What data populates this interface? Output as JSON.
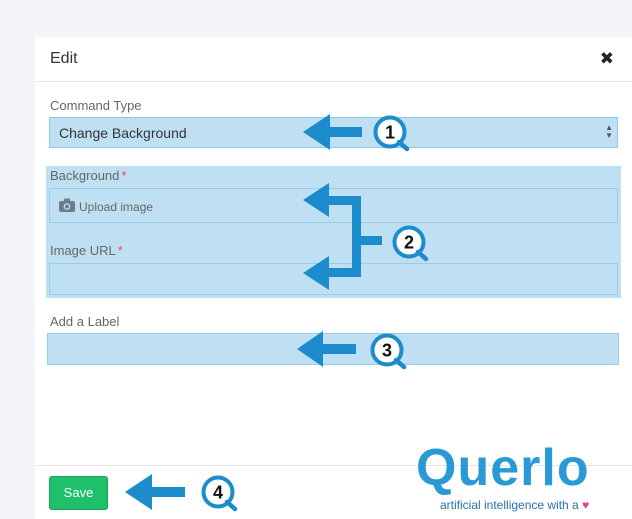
{
  "modal": {
    "title": "Edit",
    "close_label": "✖"
  },
  "form": {
    "command_type": {
      "label": "Command Type",
      "value": "Change Background"
    },
    "background": {
      "label": "Background",
      "required_mark": "*",
      "upload_text": "Upload image"
    },
    "image_url": {
      "label": "Image URL",
      "required_mark": "*",
      "value": ""
    },
    "add_label": {
      "label": "Add a Label",
      "value": ""
    }
  },
  "footer": {
    "save_label": "Save"
  },
  "annotations": {
    "badge_1": "1",
    "badge_2": "2",
    "badge_3": "3",
    "badge_4": "4"
  },
  "brand": {
    "name": "Querlo",
    "tagline": "artificial intelligence with a"
  },
  "colors": {
    "highlight": "#bee0f2",
    "arrow": "#1c8ccc",
    "save": "#1fbf6b",
    "brand": "#2a9ad6"
  }
}
